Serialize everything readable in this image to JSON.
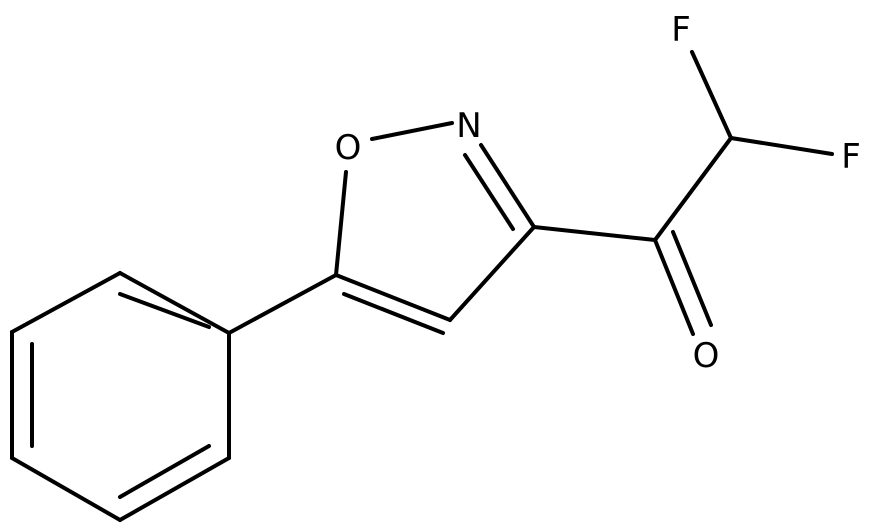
{
  "atoms": {
    "F1": "F",
    "F2": "F",
    "N": "N",
    "O_ring": "O",
    "O_carbonyl": "O"
  },
  "colors": {
    "bond": "#000000",
    "label": "#000000",
    "background": "#ffffff"
  }
}
